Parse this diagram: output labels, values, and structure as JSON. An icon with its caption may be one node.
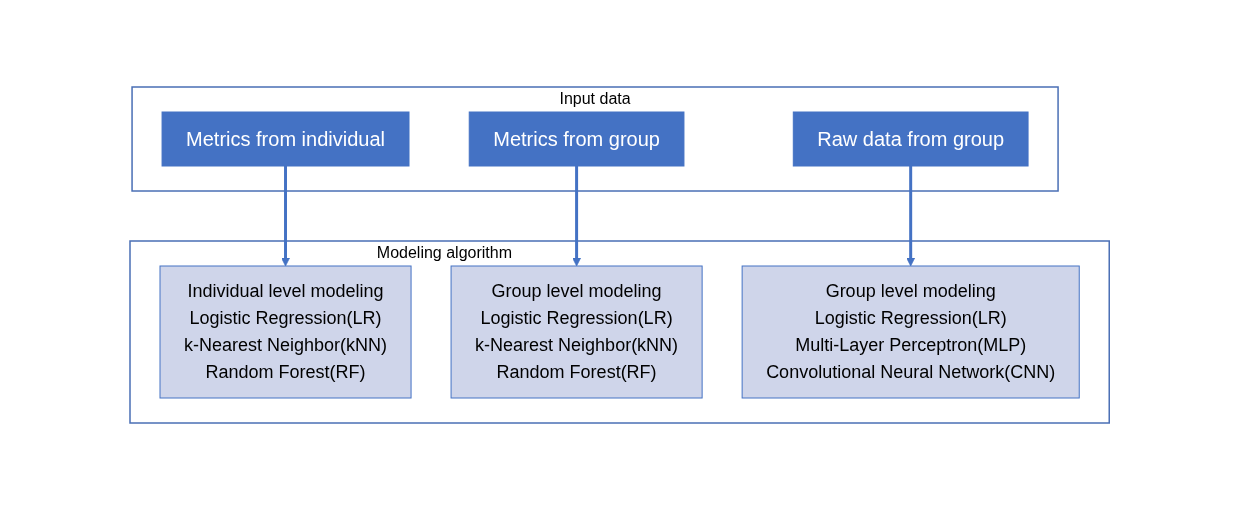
{
  "diagram": {
    "nodes": [
      {
        "text": [
          "Input data"
        ]
      },
      {
        "text": [
          "Metrics from individual"
        ],
        "in": 0
      },
      {
        "text": [
          "Metrics from group"
        ],
        "in": 0
      },
      {
        "text": [
          "Raw data from group"
        ],
        "in": 0
      },
      {
        "text": [
          "Modeling algorithm"
        ]
      },
      {
        "text": [
          "Individual level modeling",
          "Logistic Regression(LR)",
          "k-Nearest Neighbor(kNN)",
          "Random Forest(RF)"
        ],
        "in": 4
      },
      {
        "text": [
          "Group level modeling",
          "Logistic Regression(LR)",
          "k-Nearest Neighbor(kNN)",
          "Random Forest(RF)"
        ],
        "in": 4
      },
      {
        "text": [
          "Group level modeling",
          "Logistic Regression(LR)",
          "Multi-Layer Perceptron(MLP)",
          "Convolutional Neural Network(CNN)"
        ],
        "in": 4
      }
    ],
    "edges": [
      {
        "from": 1,
        "to": 5,
        "arrow": "to"
      },
      {
        "from": 2,
        "to": 6,
        "arrow": "to"
      },
      {
        "from": 3,
        "to": 7,
        "arrow": "to"
      }
    ]
  }
}
